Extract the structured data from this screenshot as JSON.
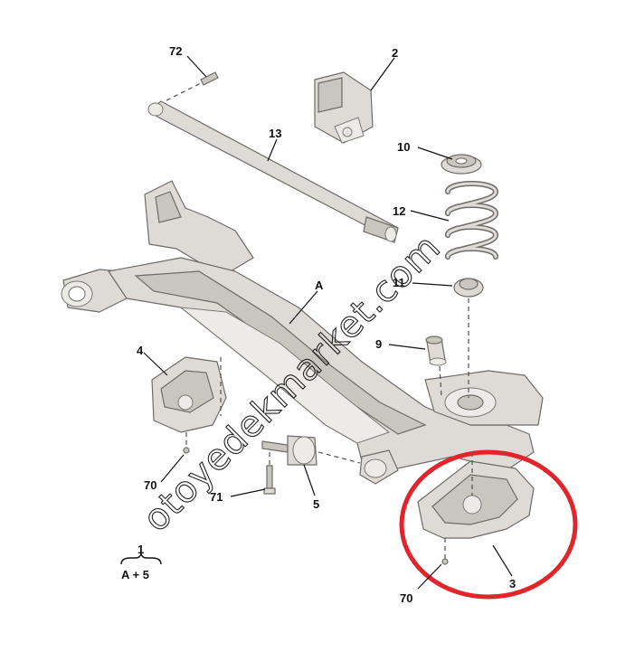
{
  "callouts": {
    "c72": "72",
    "c2": "2",
    "c13": "13",
    "c10": "10",
    "c12": "12",
    "cA": "A",
    "c11": "11",
    "c4": "4",
    "c9": "9",
    "c70_left": "70",
    "c71": "71",
    "c5": "5",
    "c3": "3",
    "c70_right": "70"
  },
  "legend": {
    "number": "1",
    "formula": "A + 5"
  },
  "watermark": "otoyedekmarket.com",
  "colors": {
    "highlight_circle": "#e0262b",
    "part_fill": "#dedbd6",
    "outline": "#6e6c68"
  }
}
